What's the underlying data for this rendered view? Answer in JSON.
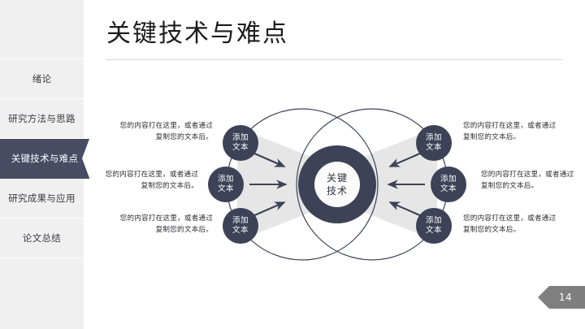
{
  "slide": {
    "title": "关键技术与难点",
    "page_number": "14"
  },
  "sidebar": {
    "items": [
      {
        "label": "绪论",
        "active": false
      },
      {
        "label": "研究方法与思路",
        "active": false
      },
      {
        "label": "关键技术与难点",
        "active": true
      },
      {
        "label": "研究成果与应用",
        "active": false
      },
      {
        "label": "论文总结",
        "active": false
      }
    ]
  },
  "diagram": {
    "core": {
      "line1": "关键",
      "line2": "技术"
    },
    "bubbles": [
      {
        "id": "left-top",
        "line1": "添加",
        "line2": "文本"
      },
      {
        "id": "left-middle",
        "line1": "添加",
        "line2": "文本"
      },
      {
        "id": "left-bottom",
        "line1": "添加",
        "line2": "文本"
      },
      {
        "id": "right-top",
        "line1": "添加",
        "line2": "文本"
      },
      {
        "id": "right-middle",
        "line1": "添加",
        "line2": "文本"
      },
      {
        "id": "right-bottom",
        "line1": "添加",
        "line2": "文本"
      }
    ],
    "captions": [
      {
        "id": "left-top",
        "text": "您的内容打在这里，或者通过复制您的文本后。"
      },
      {
        "id": "left-middle",
        "text": "您的内容打在这里，或者通过复制您的文本后。"
      },
      {
        "id": "left-bottom",
        "text": "您的内容打在这里，或者通过复制您的文本后。"
      },
      {
        "id": "right-top",
        "text": "您的内容打在这里，或者通过复制您的文本后。"
      },
      {
        "id": "right-middle",
        "text": "您的内容打在这里，或者通过复制您的文本后。"
      },
      {
        "id": "right-bottom",
        "text": "您的内容打在这里，或者通过复制您的文本后。"
      }
    ]
  },
  "colors": {
    "navy": "#3d4257",
    "navy_active": "#474c63",
    "sidebar_bg": "#f0f0f0",
    "wedge_gray": "#e6e6e6",
    "badge_gray": "#7f7f7f",
    "outline": "#3d4257"
  }
}
